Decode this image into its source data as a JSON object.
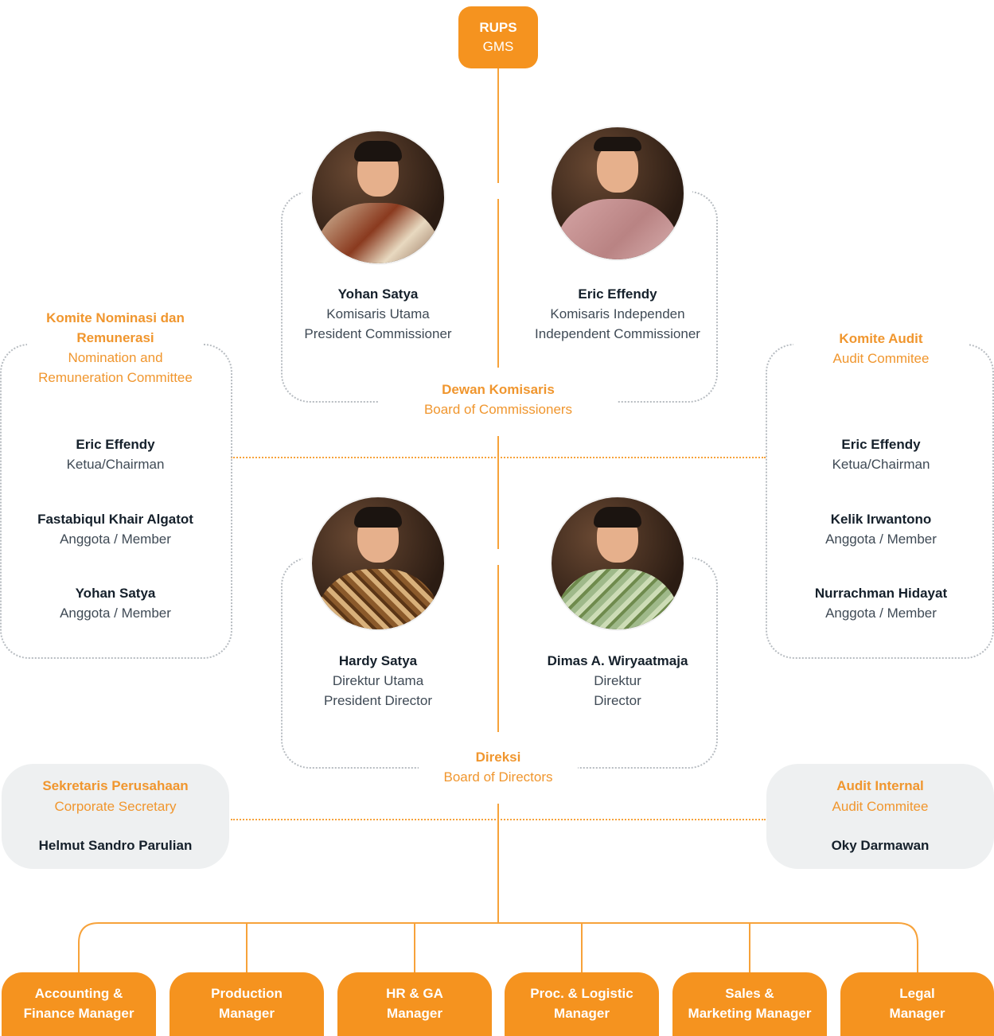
{
  "rups": {
    "title": "RUPS",
    "subtitle": "GMS"
  },
  "commissioners": {
    "group_title": "Dewan Komisaris",
    "group_subtitle": "Board of Commissioners",
    "members": [
      {
        "name": "Yohan Satya",
        "role_id": "Komisaris Utama",
        "role_en": "President Commissioner"
      },
      {
        "name": "Eric Effendy",
        "role_id": "Komisaris Independen",
        "role_en": "Independent Commissioner"
      }
    ]
  },
  "nomination_committee": {
    "title_line1": "Komite Nominasi dan",
    "title_line2": "Remunerasi",
    "subtitle_line1": "Nomination and",
    "subtitle_line2": "Remuneration Committee",
    "members": [
      {
        "name": "Eric Effendy",
        "role": "Ketua/Chairman"
      },
      {
        "name": "Fastabiqul Khair Algatot",
        "role": "Anggota / Member"
      },
      {
        "name": "Yohan Satya",
        "role": "Anggota / Member"
      }
    ]
  },
  "audit_committee": {
    "title": "Komite Audit",
    "subtitle": "Audit Commitee",
    "members": [
      {
        "name": "Eric Effendy",
        "role": "Ketua/Chairman"
      },
      {
        "name": "Kelik Irwantono",
        "role": "Anggota / Member"
      },
      {
        "name": "Nurrachman Hidayat",
        "role": "Anggota / Member"
      }
    ]
  },
  "directors": {
    "group_title": "Direksi",
    "group_subtitle": "Board of Directors",
    "members": [
      {
        "name": "Hardy Satya",
        "role_id": "Direktur Utama",
        "role_en": "President Director"
      },
      {
        "name": "Dimas A. Wiryaatmaja",
        "role_id": "Direktur",
        "role_en": "Director"
      }
    ]
  },
  "corporate_secretary": {
    "title": "Sekretaris Perusahaan",
    "subtitle": "Corporate Secretary",
    "name": "Helmut Sandro Parulian"
  },
  "internal_audit": {
    "title": "Audit Internal",
    "subtitle": "Audit Commitee",
    "name": "Oky Darmawan"
  },
  "managers": [
    {
      "line1": "Accounting &",
      "line2": "Finance Manager"
    },
    {
      "line1": "Production",
      "line2": "Manager"
    },
    {
      "line1": "HR & GA",
      "line2": "Manager"
    },
    {
      "line1": "Proc. & Logistic",
      "line2": "Manager"
    },
    {
      "line1": "Sales &",
      "line2": "Marketing Manager"
    },
    {
      "line1": "Legal",
      "line2": "Manager"
    }
  ],
  "colors": {
    "accent": "#f5931f",
    "panel_border": "#b7bcc1",
    "grey_box": "#eef0f1"
  }
}
